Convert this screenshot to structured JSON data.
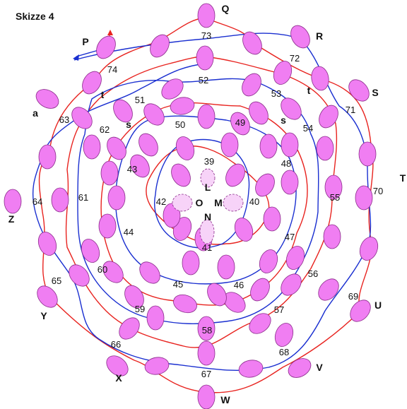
{
  "title": "Skizze 4",
  "colors": {
    "red_line": "#e8231f",
    "blue_line": "#1a2fd0",
    "ellipse_fill": "#f07ef2",
    "ellipse_stroke": "#8a2c8a",
    "center_fill": "#f7d3f8",
    "text": "#111111"
  },
  "regions": [
    "39",
    "40",
    "41",
    "42",
    "43",
    "44",
    "45",
    "46",
    "47",
    "48",
    "49",
    "50",
    "51",
    "52",
    "53",
    "54",
    "55",
    "56",
    "57",
    "58",
    "59",
    "60",
    "61",
    "62",
    "63",
    "64",
    "65",
    "66",
    "67",
    "68",
    "69",
    "70",
    "71",
    "72",
    "73",
    "74"
  ],
  "letters": [
    "Q",
    "R",
    "S",
    "T",
    "U",
    "V",
    "W",
    "X",
    "Y",
    "Z",
    "a",
    "P",
    "L",
    "M",
    "N",
    "O",
    "t",
    "t",
    "s",
    "s"
  ]
}
